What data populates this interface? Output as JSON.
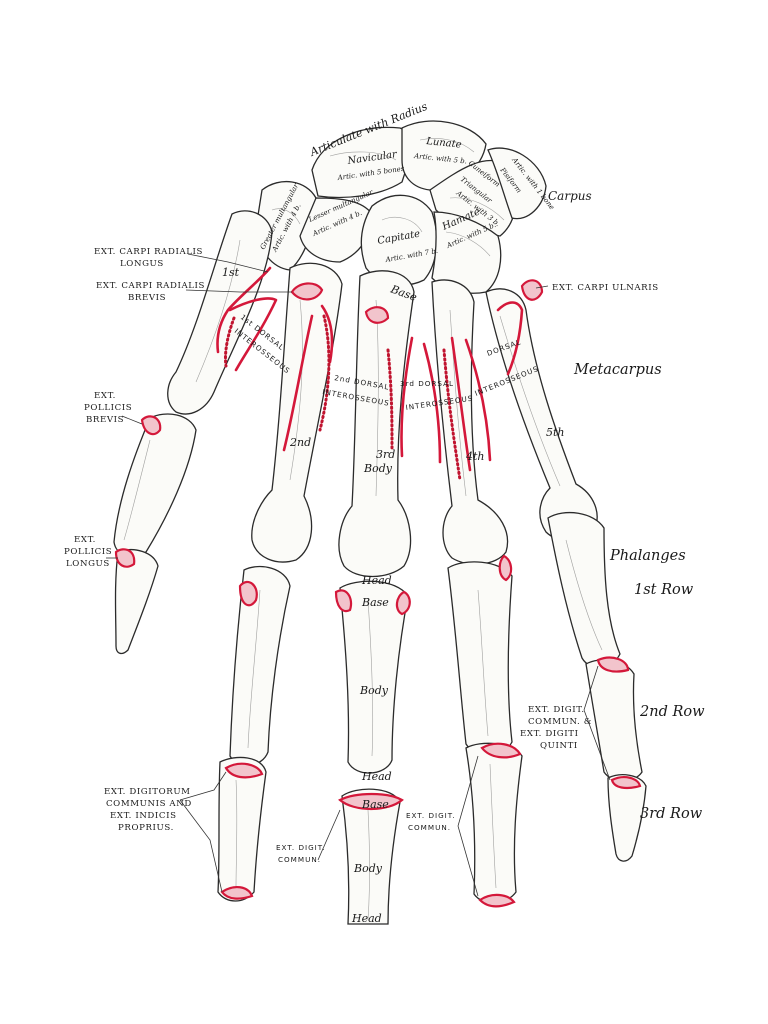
{
  "figure": {
    "regions": {
      "carpus": "Carpus",
      "metacarpus": "Metacarpus",
      "phalanges": "Phalanges",
      "row1": "1st Row",
      "row2": "2nd Row",
      "row3": "3rd Row"
    },
    "carpal_labels": {
      "articulate_radius": "Articulate with Radius",
      "navicular": "Navicular",
      "navicular_artic": "Artic. with 5 bones",
      "lunate": "Lunate",
      "lunate_artic": "Artic. with 5 b.",
      "cuneiform": "Cuneiform",
      "triangular": "Triangular",
      "triangular_artic": "Artic. with 3 b.",
      "pisiform": "Pisiform",
      "pisiform_artic": "Artic. with 1 bone",
      "greater_multangular": "Greater multangular",
      "greater_artic": "Artic. with 4 b.",
      "lesser_multangular": "Lesser multangular",
      "lesser_artic": "Artic. with 4 b.",
      "capitate": "Capitate",
      "capitate_artic": "Artic. with 7 b.",
      "hamate": "Hamate",
      "hamate_artic": "Artic. with 5 b."
    },
    "bone_labels": {
      "base_carpal": "Base",
      "first": "1st",
      "second": "2nd",
      "third": "3rd",
      "third_body": "Body",
      "fourth": "4th",
      "fifth": "5th",
      "head_meta": "Head",
      "base_p1": "Base",
      "body_p1": "Body",
      "head_p1": "Head",
      "base_p2": "Base",
      "body_p2": "Body",
      "head_p2": "Head"
    },
    "interosseous": {
      "first_dorsal": "1st DORSAL",
      "first_inter": "INTEROSSEOUS",
      "second_dorsal": "2nd DORSAL",
      "second_inter": "INTEROSSEOUS",
      "third_dorsal": "3rd DORSAL",
      "third_inter": "INTEROSSEOUS",
      "fourth_dorsal": "DORSAL",
      "fourth_inter": "INTEROSSEOUS"
    },
    "muscle_labels": {
      "ecrl_1": "EXT. CARPI RADIALIS",
      "ecrl_2": "LONGUS",
      "ecrb_1": "EXT. CARPI RADIALIS",
      "ecrb_2": "BREVIS",
      "ecu": "EXT. CARPI ULNARIS",
      "epb_1": "EXT.",
      "epb_2": "POLLICIS",
      "epb_3": "BREVIS",
      "epl_1": "EXT.",
      "epl_2": "POLLICIS",
      "epl_3": "LONGUS",
      "edc_1": "EXT. DIGITORUM",
      "edc_2": "COMMUNIS AND",
      "edc_3": "EXT. INDICIS",
      "edc_4": "PROPRIUS.",
      "edig_1": "EXT. DIGIT.",
      "edig_2": "COMMUN.",
      "edig_3": "EXT. DIGIT.",
      "edig_4": "COMMUN.",
      "edm_1": "EXT. DIGIT.",
      "edm_2": "COMMUN. &",
      "edm_3": "EXT. DIGITI",
      "edm_4": "QUINTI"
    }
  }
}
